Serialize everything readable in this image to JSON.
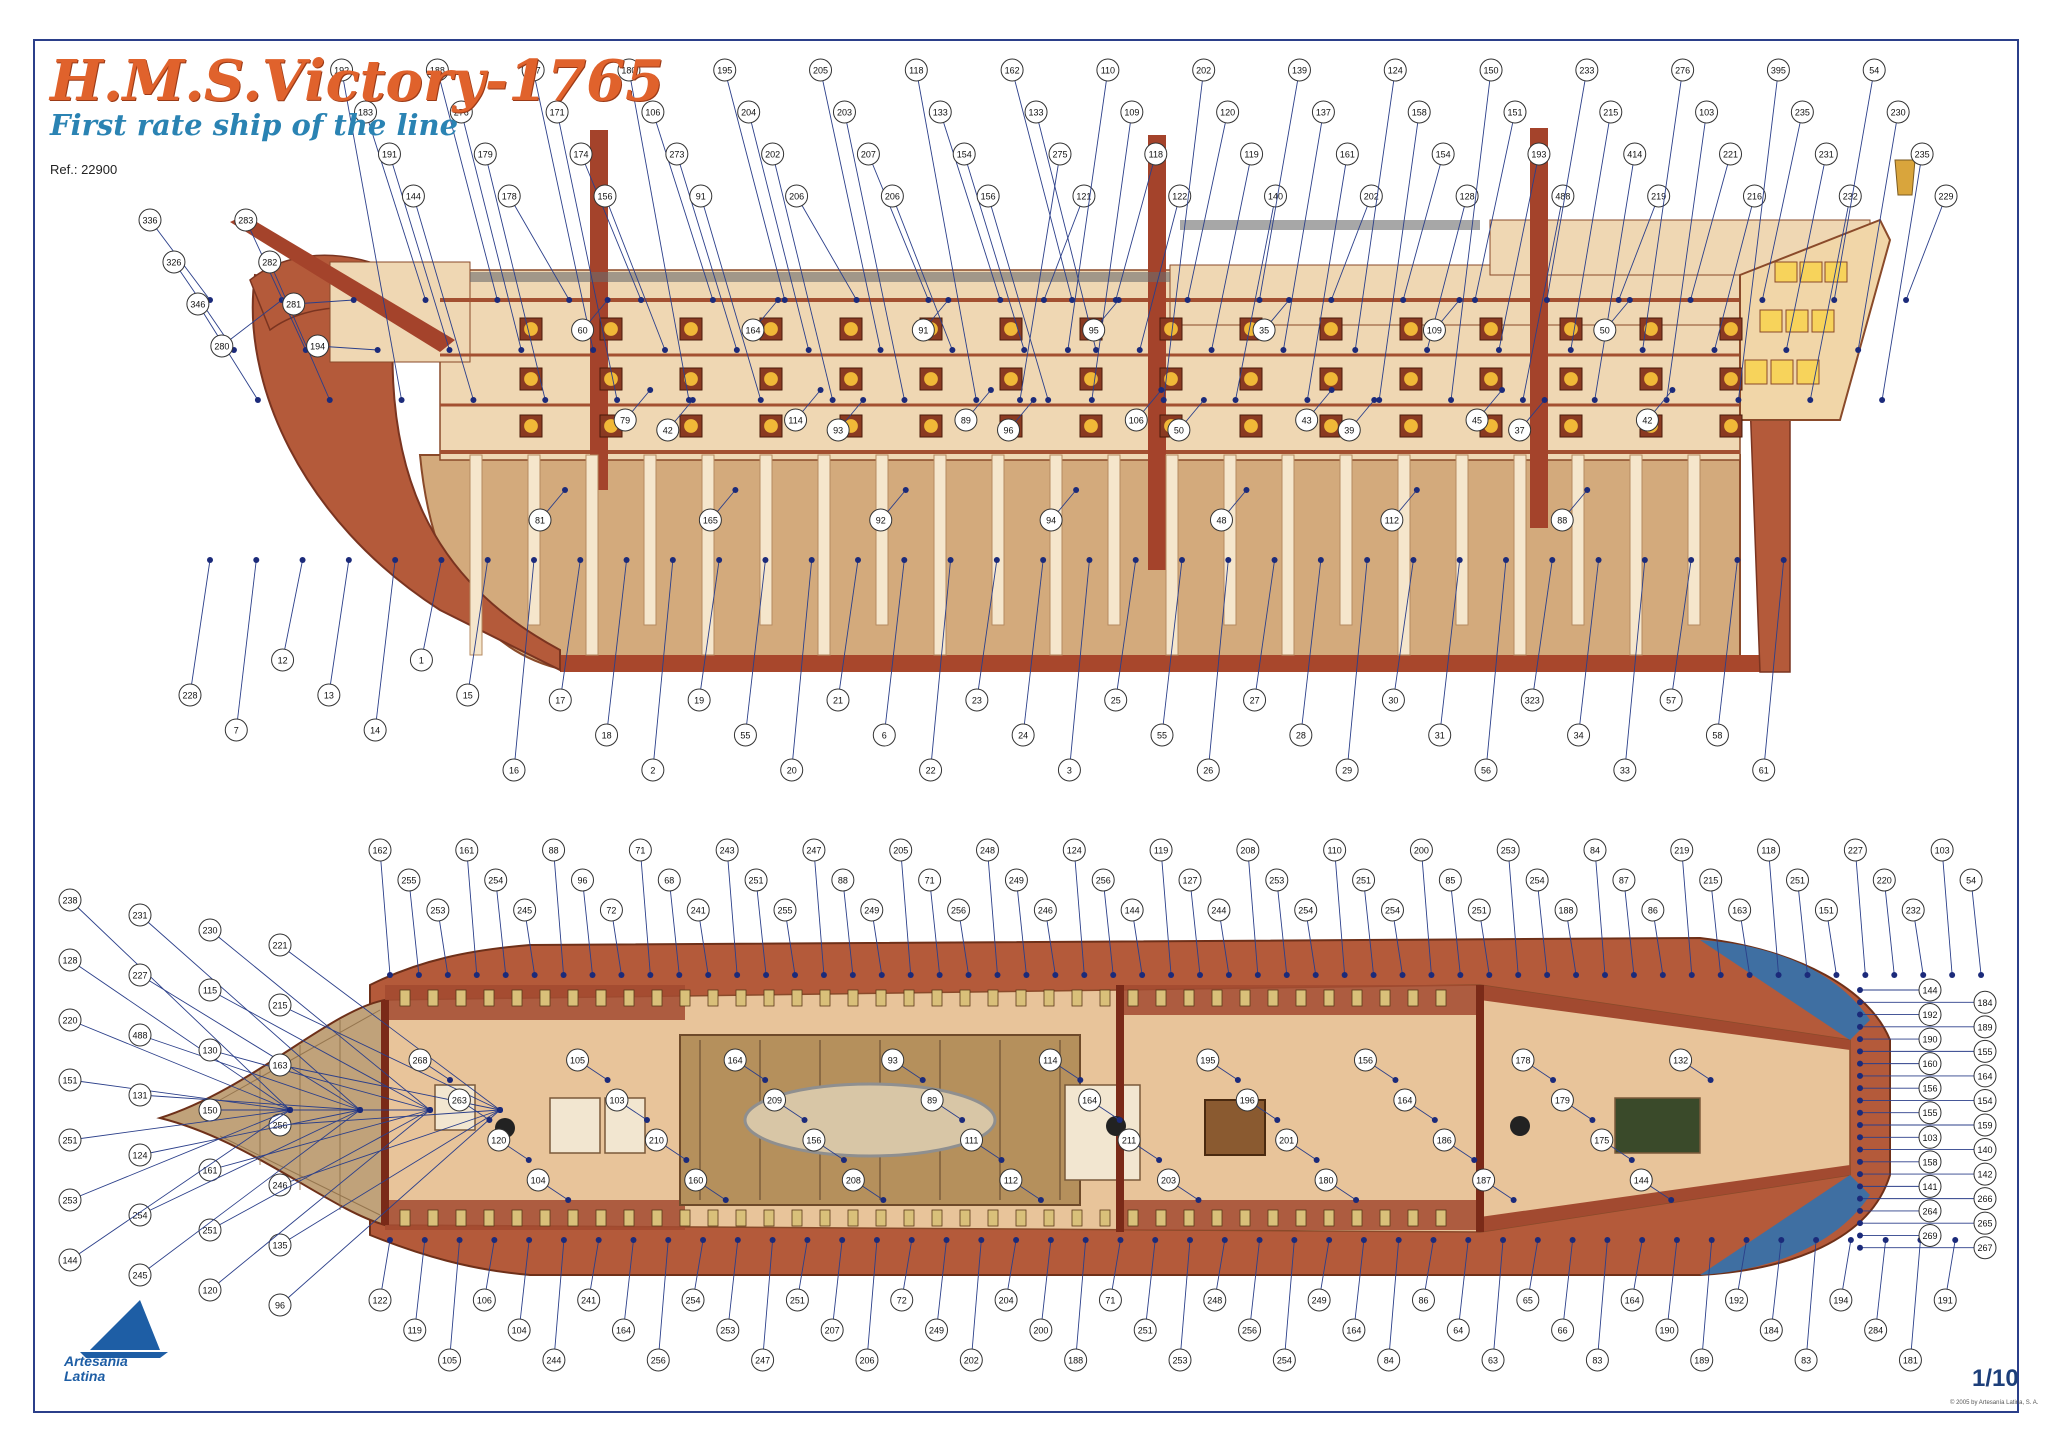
{
  "title": "H.M.S.Victory-1765",
  "subtitle": "First rate ship of the line",
  "reference": "Ref.: 22900",
  "scale": "1/10",
  "copyright": "© 2005 by Artesanía Latina, S. A.",
  "brand": {
    "line1": "Artesania",
    "line2": "Latina"
  },
  "colors": {
    "hull": "#b45a3a",
    "deck": "#e8c49a",
    "hold": "#d3aa7c",
    "mast": "#a4432b",
    "title": "#e0622c",
    "subtitle": "#2a83b3",
    "brand": "#1e5ea5"
  },
  "profile_labels": [
    "336",
    "326",
    "346",
    "280",
    "283",
    "282",
    "281",
    "194",
    "192",
    "183",
    "191",
    "144",
    "188",
    "276",
    "179",
    "178",
    "177",
    "171",
    "174",
    "156",
    "180",
    "106",
    "273",
    "91",
    "195",
    "204",
    "202",
    "206",
    "205",
    "203",
    "207",
    "206",
    "118",
    "133",
    "154",
    "156",
    "162",
    "133",
    "275",
    "121",
    "110",
    "109",
    "118",
    "122",
    "202",
    "120",
    "119",
    "140",
    "139",
    "137",
    "161",
    "202",
    "124",
    "158",
    "154",
    "128",
    "150",
    "151",
    "193",
    "488",
    "233",
    "215",
    "414",
    "219",
    "276",
    "103",
    "221",
    "216",
    "395",
    "235",
    "231",
    "232",
    "54",
    "230",
    "235",
    "229",
    "228",
    "7",
    "12",
    "13",
    "14",
    "1",
    "15",
    "16",
    "17",
    "18",
    "2",
    "19",
    "55",
    "20",
    "21",
    "6",
    "22",
    "23",
    "24",
    "3",
    "25",
    "55",
    "26",
    "27",
    "28",
    "29",
    "30",
    "31",
    "56",
    "323",
    "34",
    "33",
    "57",
    "58",
    "61",
    "81",
    "60",
    "79",
    "42",
    "165",
    "164",
    "114",
    "93",
    "92",
    "91",
    "89",
    "96",
    "94",
    "95",
    "106",
    "50",
    "48",
    "35",
    "43",
    "39",
    "112",
    "109",
    "45",
    "37",
    "88",
    "50",
    "42"
  ],
  "plan_labels": [
    "162",
    "255",
    "253",
    "161",
    "254",
    "245",
    "88",
    "96",
    "72",
    "71",
    "68",
    "241",
    "243",
    "251",
    "255",
    "247",
    "88",
    "249",
    "205",
    "71",
    "256",
    "248",
    "249",
    "246",
    "124",
    "256",
    "144",
    "119",
    "127",
    "244",
    "208",
    "253",
    "254",
    "110",
    "251",
    "254",
    "200",
    "85",
    "251",
    "253",
    "254",
    "188",
    "84",
    "87",
    "86",
    "219",
    "215",
    "163",
    "118",
    "251",
    "151",
    "227",
    "220",
    "232",
    "103",
    "54",
    "238",
    "231",
    "230",
    "221",
    "128",
    "227",
    "115",
    "215",
    "220",
    "488",
    "130",
    "163",
    "151",
    "131",
    "150",
    "256",
    "251",
    "124",
    "161",
    "246",
    "253",
    "254",
    "251",
    "135",
    "144",
    "245",
    "120",
    "96",
    "122",
    "119",
    "105",
    "106",
    "104",
    "244",
    "241",
    "164",
    "256",
    "254",
    "253",
    "247",
    "251",
    "207",
    "206",
    "72",
    "249",
    "202",
    "204",
    "200",
    "188",
    "71",
    "251",
    "253",
    "248",
    "256",
    "254",
    "249",
    "164",
    "84",
    "86",
    "64",
    "63",
    "65",
    "66",
    "83",
    "164",
    "190",
    "189",
    "192",
    "184",
    "83",
    "194",
    "284",
    "181",
    "191",
    "144",
    "184",
    "192",
    "189",
    "190",
    "155",
    "160",
    "164",
    "156",
    "154",
    "155",
    "159",
    "103",
    "140",
    "158",
    "142",
    "141",
    "266",
    "264",
    "265",
    "269",
    "267",
    "268",
    "263",
    "120",
    "104",
    "105",
    "103",
    "210",
    "160",
    "164",
    "209",
    "156",
    "208",
    "93",
    "89",
    "111",
    "112",
    "114",
    "164",
    "211",
    "203",
    "195",
    "196",
    "201",
    "180",
    "156",
    "164",
    "186",
    "187",
    "178",
    "179",
    "175",
    "144",
    "132"
  ]
}
